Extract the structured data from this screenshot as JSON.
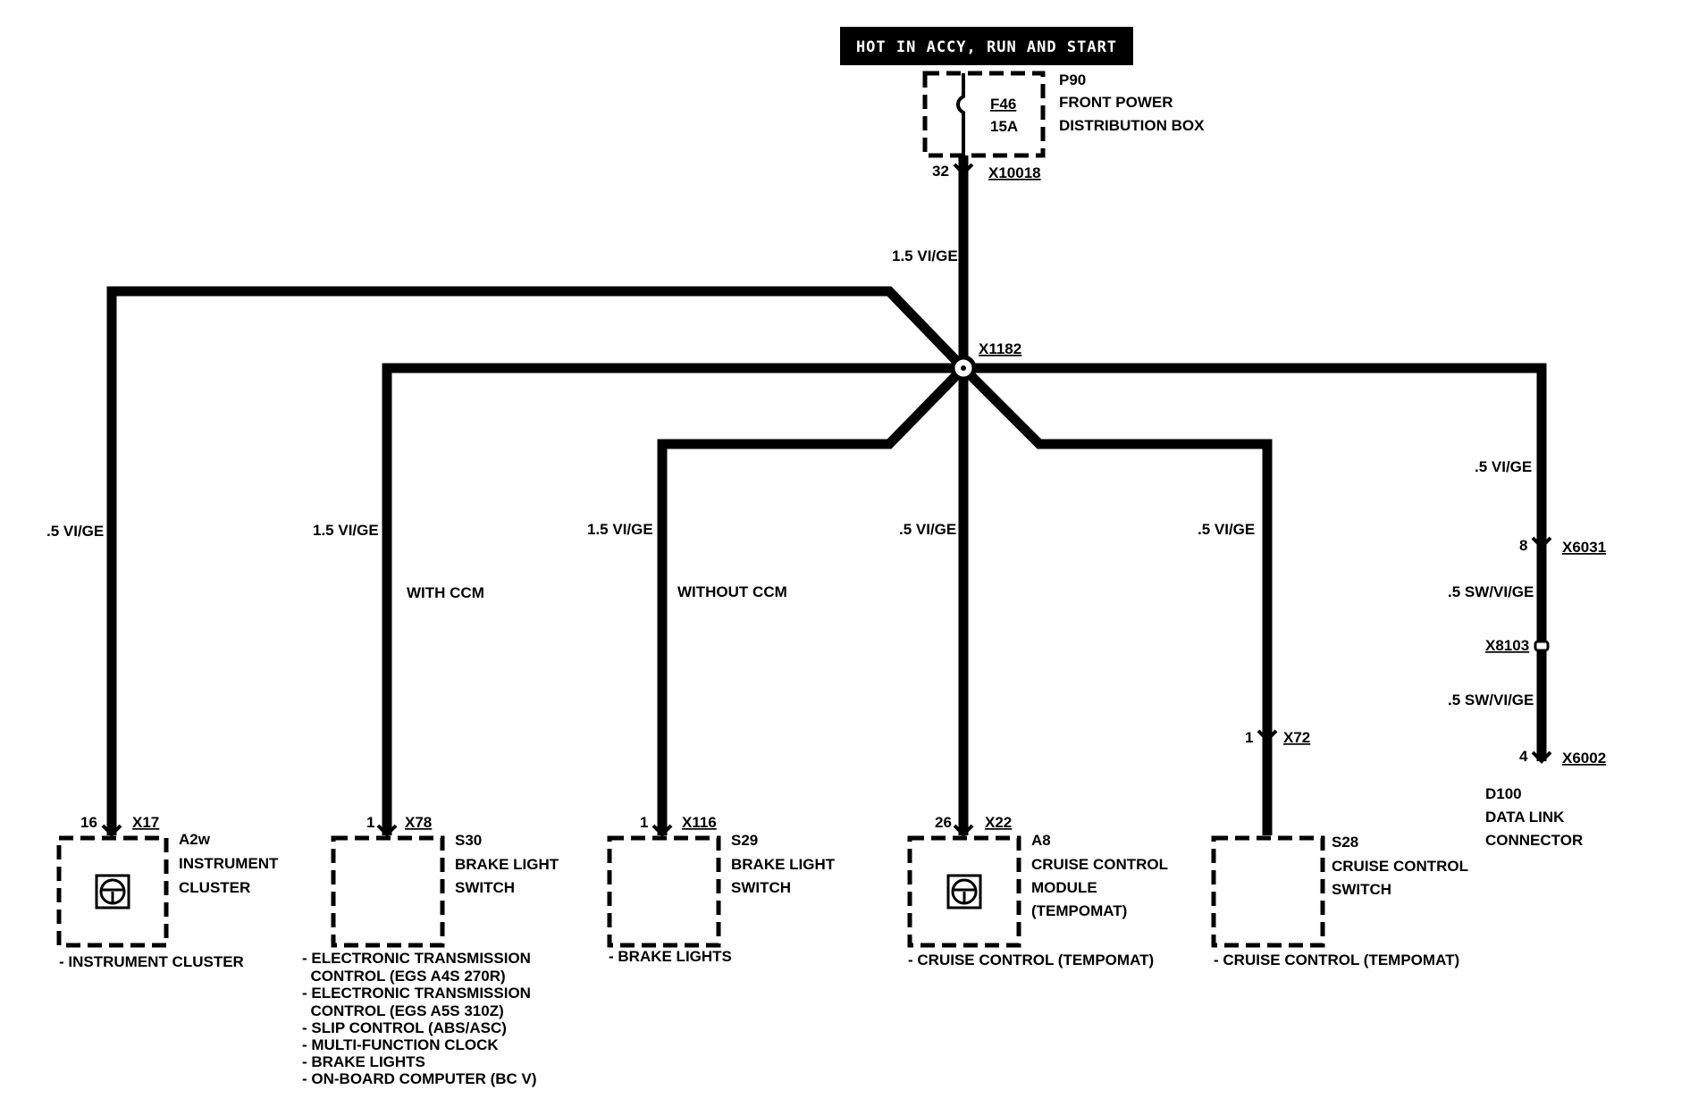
{
  "power": {
    "banner": "HOT IN ACCY, RUN AND START",
    "box_id": "P90",
    "box_name_1": "FRONT POWER",
    "box_name_2": "DISTRIBUTION BOX",
    "fuse_id": "F46",
    "fuse_rating": "15A",
    "pin": "32",
    "connector": "X10018",
    "wire_label": "1.5 VI/GE"
  },
  "splice": {
    "id": "X1182"
  },
  "branches": {
    "instrument": {
      "wire": ".5 VI/GE",
      "pin": "16",
      "connector": "X17",
      "comp_id": "A2w",
      "comp_name_1": "INSTRUMENT",
      "comp_name_2": "CLUSTER",
      "notes": [
        "- INSTRUMENT CLUSTER"
      ]
    },
    "s30": {
      "wire": "1.5 VI/GE",
      "condition": "WITH CCM",
      "pin": "1",
      "connector": "X78",
      "comp_id": "S30",
      "comp_name_1": "BRAKE LIGHT",
      "comp_name_2": "SWITCH",
      "notes": [
        "- ELECTRONIC TRANSMISSION",
        "  CONTROL (EGS A4S 270R)",
        "- ELECTRONIC TRANSMISSION",
        "  CONTROL (EGS A5S 310Z)",
        "- SLIP CONTROL (ABS/ASC)",
        "- MULTI-FUNCTION CLOCK",
        "- BRAKE LIGHTS",
        "- ON-BOARD COMPUTER (BC V)"
      ]
    },
    "s29": {
      "wire": "1.5 VI/GE",
      "condition": "WITHOUT CCM",
      "pin": "1",
      "connector": "X116",
      "comp_id": "S29",
      "comp_name_1": "BRAKE LIGHT",
      "comp_name_2": "SWITCH",
      "notes": [
        "- BRAKE LIGHTS"
      ]
    },
    "a8": {
      "wire": ".5 VI/GE",
      "pin": "26",
      "connector": "X22",
      "comp_id": "A8",
      "comp_name_1": "CRUISE CONTROL",
      "comp_name_2": "MODULE",
      "comp_name_3": "(TEMPOMAT)",
      "notes": [
        "- CRUISE CONTROL (TEMPOMAT)"
      ]
    },
    "s28": {
      "wire": ".5 VI/GE",
      "pin": "1",
      "connector": "X72",
      "comp_id": "S28",
      "comp_name_1": "CRUISE CONTROL",
      "comp_name_2": "SWITCH",
      "notes": [
        "- CRUISE CONTROL (TEMPOMAT)"
      ]
    },
    "d100": {
      "wire_top": ".5 VI/GE",
      "pin_top": "8",
      "connector_top": "X6031",
      "wire_mid_1": ".5 SW/VI/GE",
      "splice": "X8103",
      "wire_mid_2": ".5 SW/VI/GE",
      "pin_bottom": "4",
      "connector_bottom": "X6002",
      "comp_id": "D100",
      "comp_name_1": "DATA LINK",
      "comp_name_2": "CONNECTOR"
    }
  }
}
